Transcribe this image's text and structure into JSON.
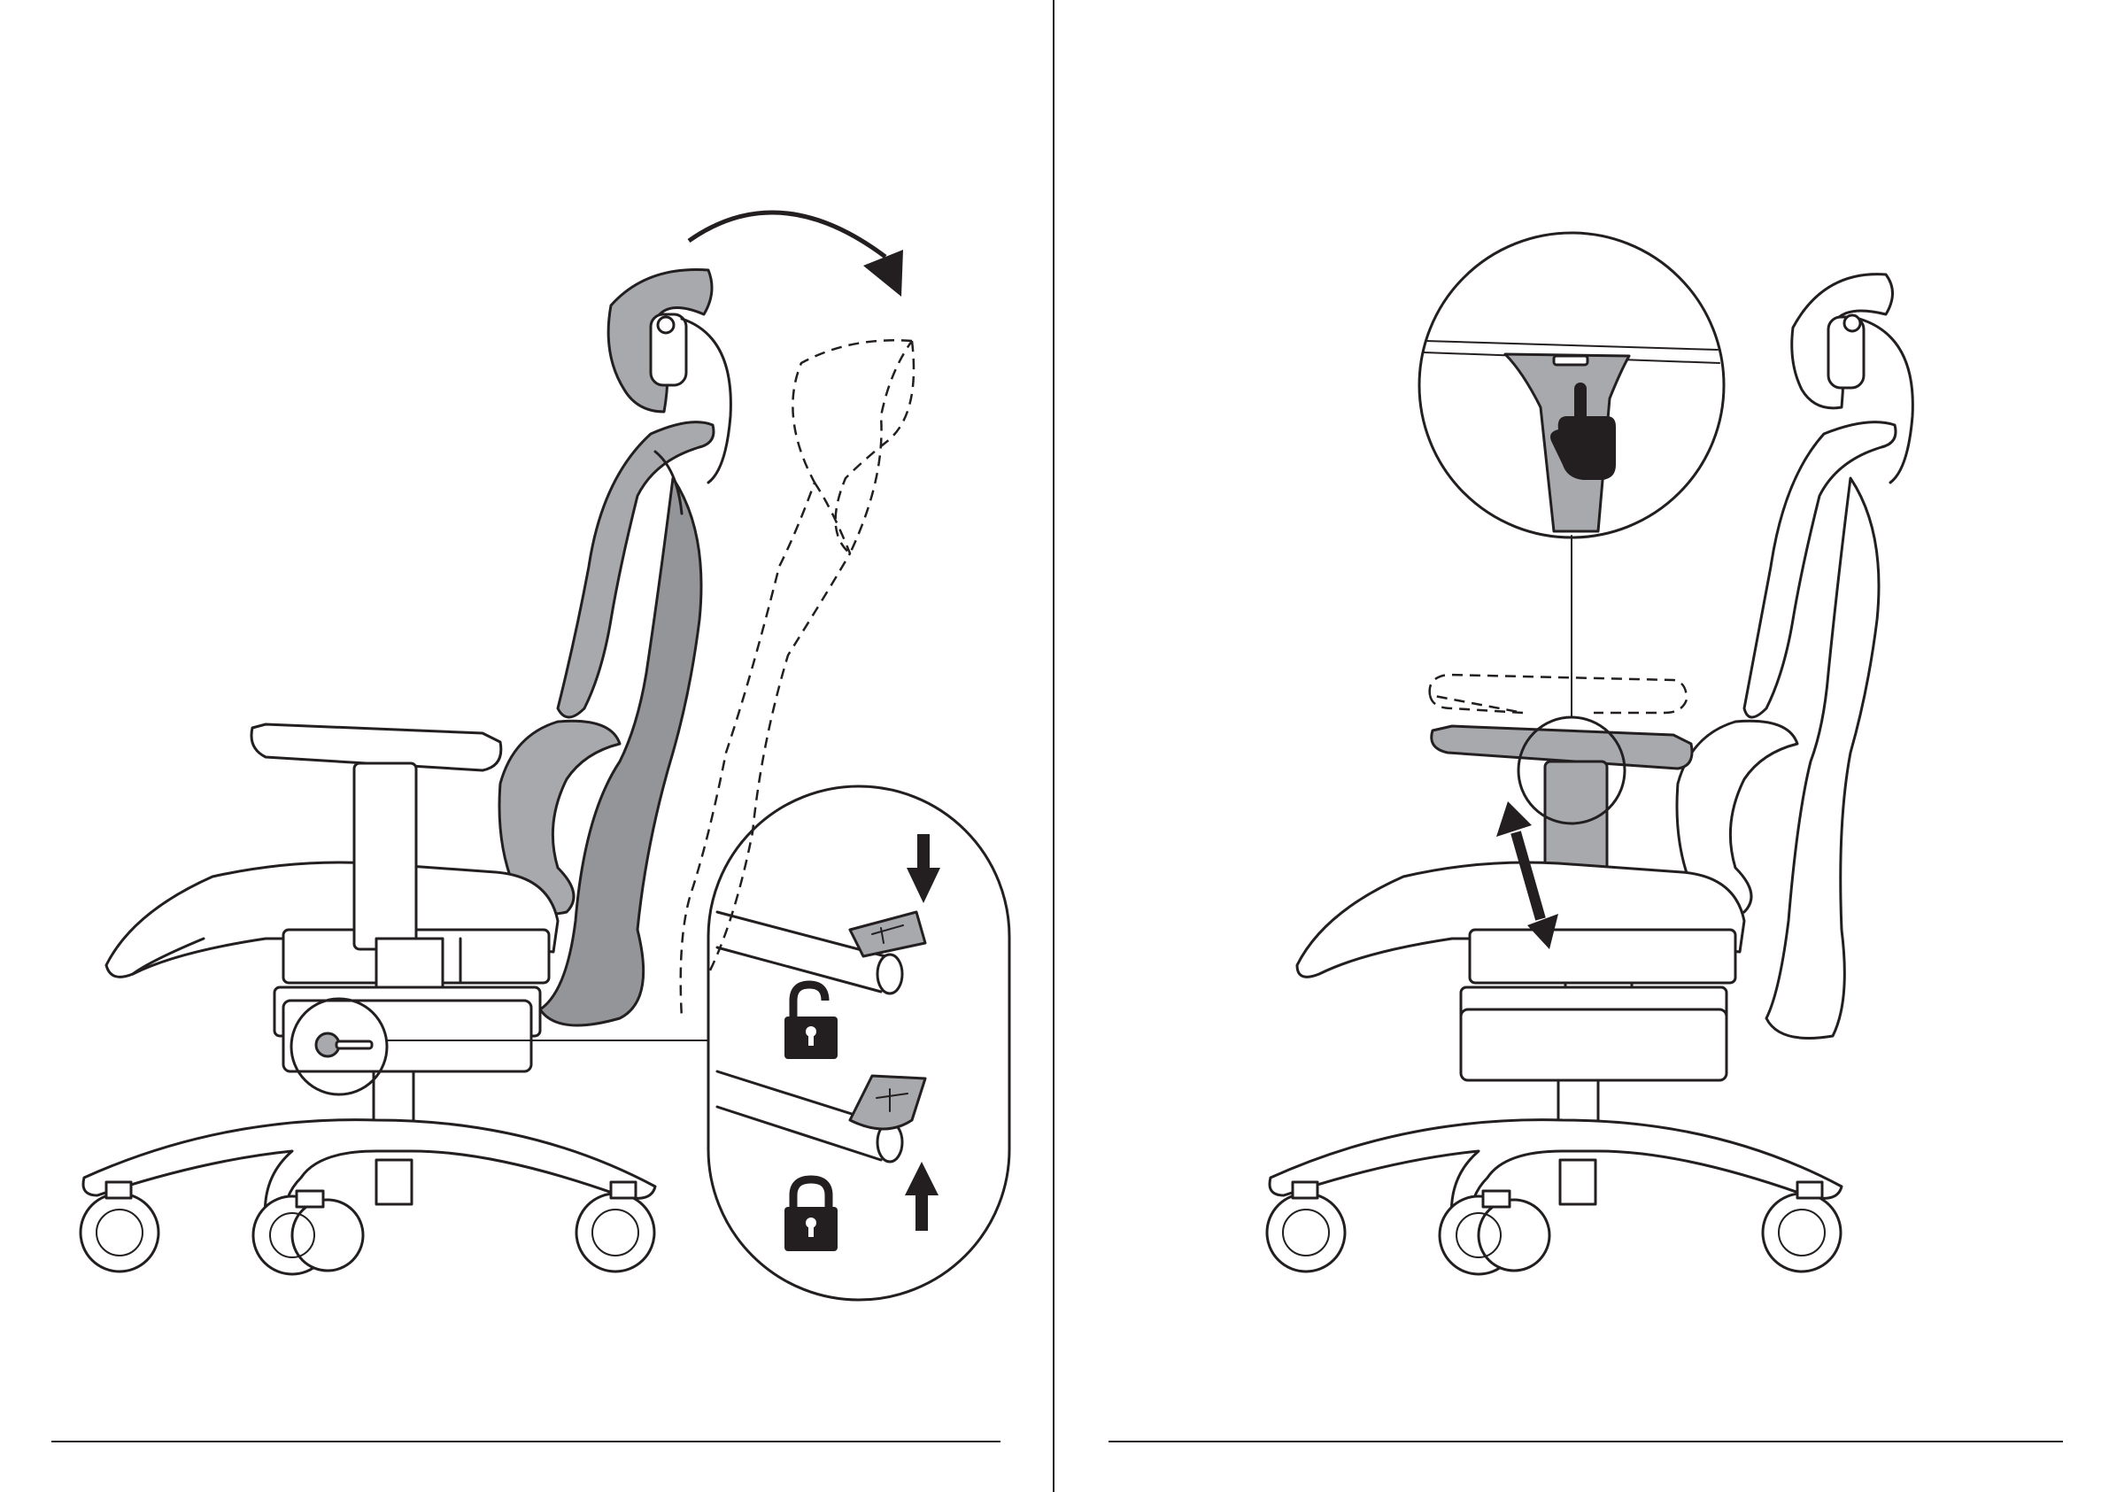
{
  "panels": [
    {
      "id": "left",
      "step": "recline-backrest-lock-lever"
    },
    {
      "id": "right",
      "step": "armrest-height-adjust"
    }
  ],
  "icons": {
    "recline_arrow": "curved-arrow-icon",
    "push_down": "arrow-down-icon",
    "pull_up": "arrow-up-icon",
    "unlocked": "unlocked-padlock-icon",
    "locked": "locked-padlock-icon",
    "press_button": "pointing-hand-icon",
    "height_range": "double-arrow-icon"
  },
  "colors": {
    "line": "#231f20",
    "highlight_gray": "#a7a9ac",
    "background": "#ffffff"
  }
}
